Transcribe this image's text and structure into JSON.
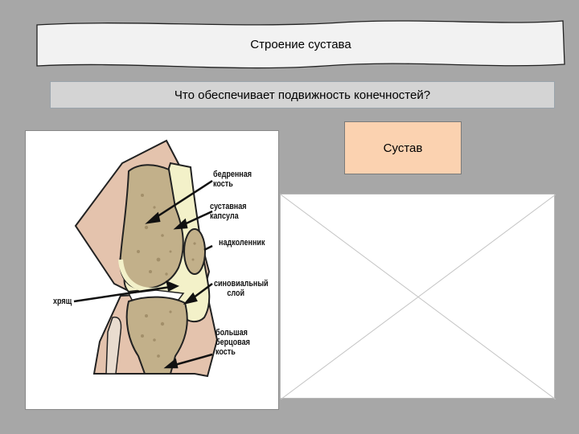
{
  "slide": {
    "title": "Строение сустава",
    "question": "Что обеспечивает подвижность конечностей?",
    "answer": "Сустав"
  },
  "diagram": {
    "labels": {
      "femur_line1": "бедренная",
      "femur_line2": "кость",
      "capsule_line1": "суставная",
      "capsule_line2": "капсула",
      "patella": "надколенник",
      "synovial_line1": "синовиальный",
      "synovial_line2": "слой",
      "cartilage": "хрящ",
      "tibia_line1": "большая",
      "tibia_line2": "берцовая",
      "tibia_line3": "кость"
    }
  },
  "placeholder": {
    "icon": "image-placeholder-icon"
  },
  "colors": {
    "background": "#a7a7a7",
    "banner": "#f2f2f2",
    "question_box": "#d4d4d4",
    "answer_box": "#fbd2b0",
    "tissue": "#e4c3ad",
    "bone": "#c2b08a",
    "capsule": "#f3f1c9"
  }
}
